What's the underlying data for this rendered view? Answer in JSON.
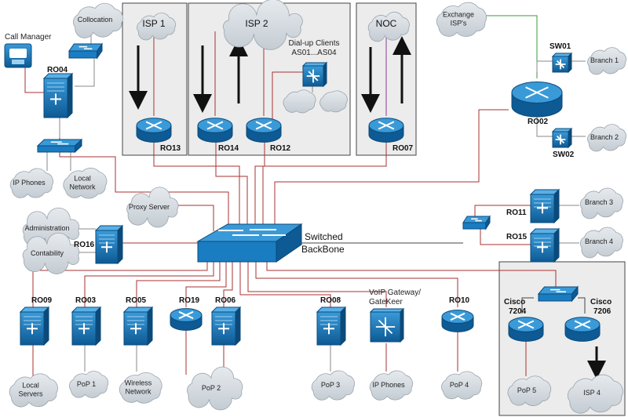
{
  "zones": {
    "isp1": "ISP 1",
    "isp2": "ISP 2",
    "noc": "NOC",
    "dialup": [
      "Dial-up Clients",
      "AS01...AS04"
    ]
  },
  "clouds": {
    "collocation": "Collocation",
    "exchange": [
      "Exchange",
      "ISP's"
    ],
    "branch1": "Branch 1",
    "branch2": "Branch 2",
    "branch3": "Branch 3",
    "branch4": "Branch 4",
    "ip_phones_left": "IP Phones",
    "local_network": [
      "Local",
      "Network"
    ],
    "proxy": "Proxy Server",
    "administration": "Administration",
    "contability": "Contability",
    "local_servers": [
      "Local",
      "Servers"
    ],
    "pop1": "PoP 1",
    "wireless": [
      "Wireless",
      "Network"
    ],
    "pop2": "PoP 2",
    "pop3": "PoP 3",
    "ip_phones_bottom": "IP Phones",
    "pop4": "PoP 4",
    "pop5": "PoP 5",
    "isp4": "ISP 4"
  },
  "devices": {
    "call_manager": "Call Manager",
    "ro04": "RO04",
    "ro13": "RO13",
    "ro14": "RO14",
    "ro12": "RO12",
    "ro07": "RO07",
    "sw01": "SW01",
    "ro02": "RO02",
    "sw02": "SW02",
    "ro11": "RO11",
    "ro15": "RO15",
    "ro16": "RO16",
    "backbone": [
      "Switched",
      "BackBone"
    ],
    "ro09": "RO09",
    "ro03": "RO03",
    "ro05": "RO05",
    "ro19": "RO19",
    "ro06": "RO06",
    "ro08": "RO08",
    "voip": [
      "VoIP Gateway/",
      "GateKeer"
    ],
    "ro10": "RO10",
    "cisco7204": [
      "Cisco",
      "7204"
    ],
    "cisco7206": [
      "Cisco",
      "7206"
    ]
  },
  "colors": {
    "device_blue": "#1a7cc1",
    "device_dark": "#0d5a94",
    "link_red": "#a83232",
    "link_gray": "#8a8a8a",
    "link_green": "#3a9a3a",
    "link_purple": "#8a3a9a",
    "zone_fill": "#ececec",
    "cloud_fill": "#d7dde2"
  }
}
